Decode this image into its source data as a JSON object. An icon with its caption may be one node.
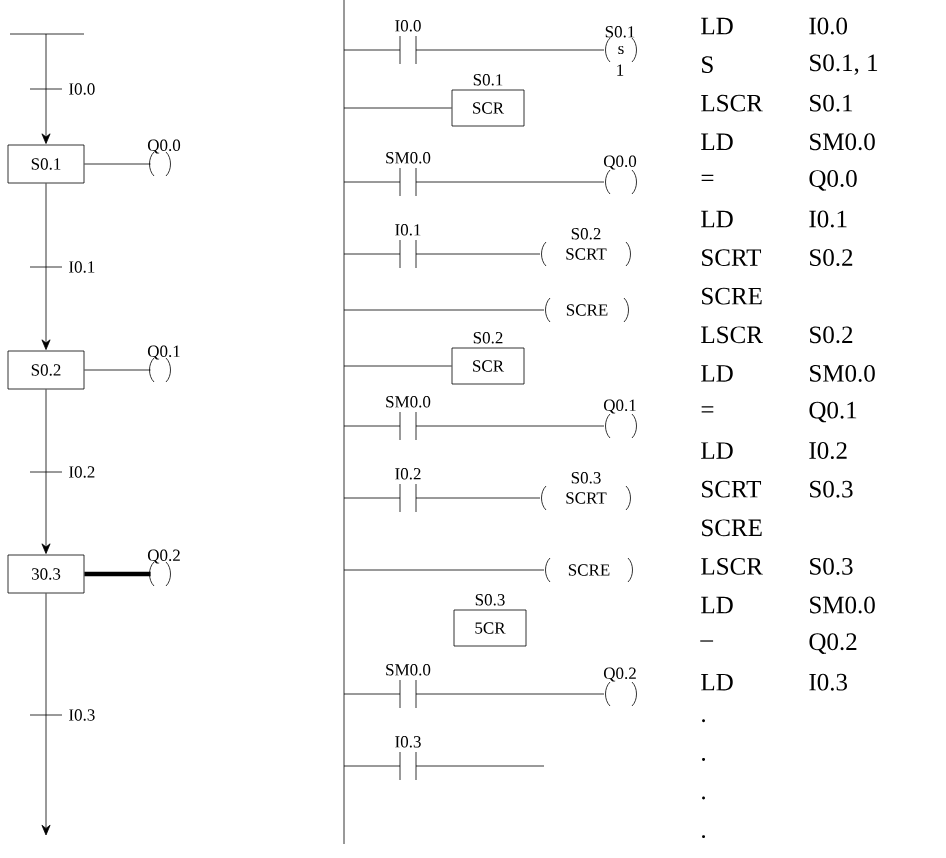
{
  "diagram": {
    "nodes": [
      {
        "text": [],
        "shape": "bar"
      },
      {
        "text": [
          "S0.1"
        ]
      },
      {
        "text": [
          "Q0.0"
        ]
      },
      {
        "text": [
          "S0.2"
        ]
      },
      {
        "text": [
          "Q0.1"
        ]
      },
      {
        "text": [
          "30.3"
        ]
      },
      {
        "text": [
          "Q0.2"
        ]
      },
      {
        "text": [],
        "shape": "bar"
      },
      {
        "text": [
          "S0.1",
          "SCR"
        ]
      },
      {
        "text": [
          "S0.2",
          "SCR"
        ]
      },
      {
        "text": [
          "S0.3",
          "5CR"
        ]
      }
    ],
    "edges": [
      {
        "from": 0,
        "to": 1,
        "arrow": "to",
        "label": "I0.0"
      },
      {
        "from": 1,
        "to": 2,
        "arrow": "none"
      },
      {
        "from": 1,
        "to": 3,
        "arrow": "to",
        "label": "I0.1"
      },
      {
        "from": 3,
        "to": 4,
        "arrow": "none"
      },
      {
        "from": 3,
        "to": 5,
        "arrow": "to",
        "label": "I0.2"
      },
      {
        "from": 5,
        "to": 6,
        "arrow": "none",
        "style": "thick"
      },
      {
        "from": 5,
        "to": null,
        "arrow": "to",
        "label": "I0.3"
      },
      {
        "from": 7,
        "to": 8,
        "arrow": "none"
      },
      {
        "from": 7,
        "to": 9,
        "arrow": "none"
      }
    ],
    "labels": [
      "I0.0",
      "S0.1",
      "s",
      "1",
      "SM0.0",
      "Q0.0",
      "I0.1",
      "S0.2",
      "SCRT",
      "SCRE",
      "SM0.0",
      "Q0.1",
      "I0.2",
      "S0.3",
      "SCRT",
      "SCRE",
      "SM0.0",
      "Q0.2",
      "I0.3",
      "LD",
      "I0.0",
      "S",
      "S0.1, 1",
      "LSCR",
      "S0.1",
      "LD",
      "SM0.0",
      "=",
      "Q0.0",
      "LD",
      "I0.1",
      "SCRT",
      "S0.2",
      "SCRE",
      "LSCR",
      "S0.2",
      "LD",
      "SM0.0",
      "=",
      "Q0.1",
      "LD",
      "I0.2",
      "SCRT",
      "S0.3",
      "SCRE",
      "LSCR",
      "S0.3",
      "LD",
      "SM0.0",
      "–",
      "Q0.2",
      "LD",
      "I0.3",
      ".",
      ".",
      ".",
      "."
    ]
  }
}
